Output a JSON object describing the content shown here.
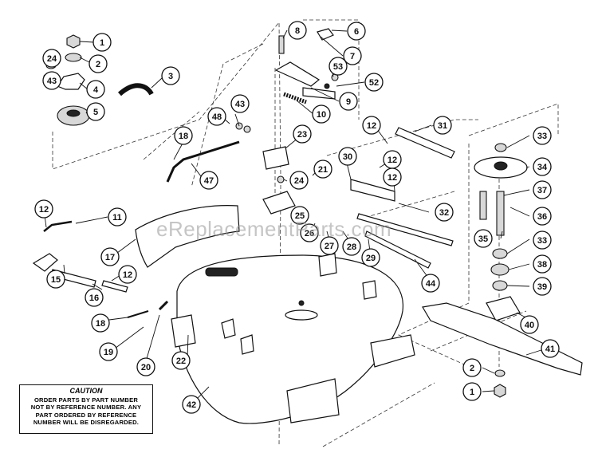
{
  "watermark": "eReplacementParts.com",
  "caution": {
    "title": "CAUTION",
    "lines": [
      "ORDER PARTS BY PART NUMBER",
      "NOT BY REFERENCE NUMBER. ANY",
      "PART ORDERED BY REFERENCE",
      "NUMBER WILL BE DISREGARDED."
    ]
  },
  "callouts": [
    "1",
    "2",
    "3",
    "4",
    "5",
    "6",
    "7",
    "8",
    "9",
    "10",
    "11",
    "12",
    "12",
    "12",
    "12",
    "12",
    "15",
    "16",
    "17",
    "18",
    "18",
    "19",
    "20",
    "21",
    "22",
    "23",
    "24",
    "24",
    "25",
    "26",
    "27",
    "28",
    "29",
    "30",
    "31",
    "32",
    "33",
    "33",
    "34",
    "35",
    "36",
    "37",
    "38",
    "39",
    "40",
    "41",
    "42",
    "43",
    "43",
    "44",
    "47",
    "48",
    "52",
    "53",
    "1",
    "2"
  ]
}
